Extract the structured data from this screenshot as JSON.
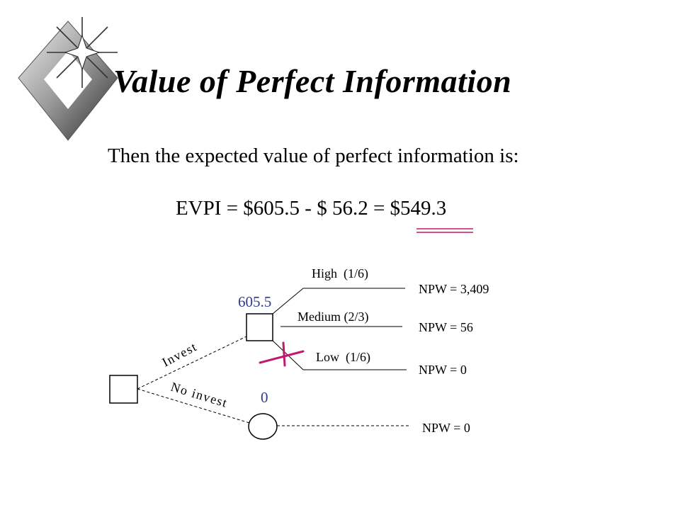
{
  "slide": {
    "title": "Value of Perfect Information",
    "subtitle": "Then the expected value of perfect information is:",
    "equation": "EVPI = $605.5 - $ 56.2 = $549.3"
  },
  "tree": {
    "invest_label": "Invest",
    "no_invest_label": "No invest",
    "invest_value": "605.5",
    "no_invest_value": "0",
    "branches": [
      {
        "label": "High  (1/6)",
        "npw": "NPW = 3,409"
      },
      {
        "label": "Medium (2/3)",
        "npw": "NPW = 56"
      },
      {
        "label": "Low  (1/6)",
        "npw": "NPW = 0"
      }
    ],
    "no_invest_npw": "NPW = 0"
  },
  "colors": {
    "value_blue": "#2d3c8f",
    "underline_magenta": "#c2186d",
    "cross_magenta": "#c2186d"
  },
  "icons": {
    "logo": "sparkle-diamond-icon"
  }
}
